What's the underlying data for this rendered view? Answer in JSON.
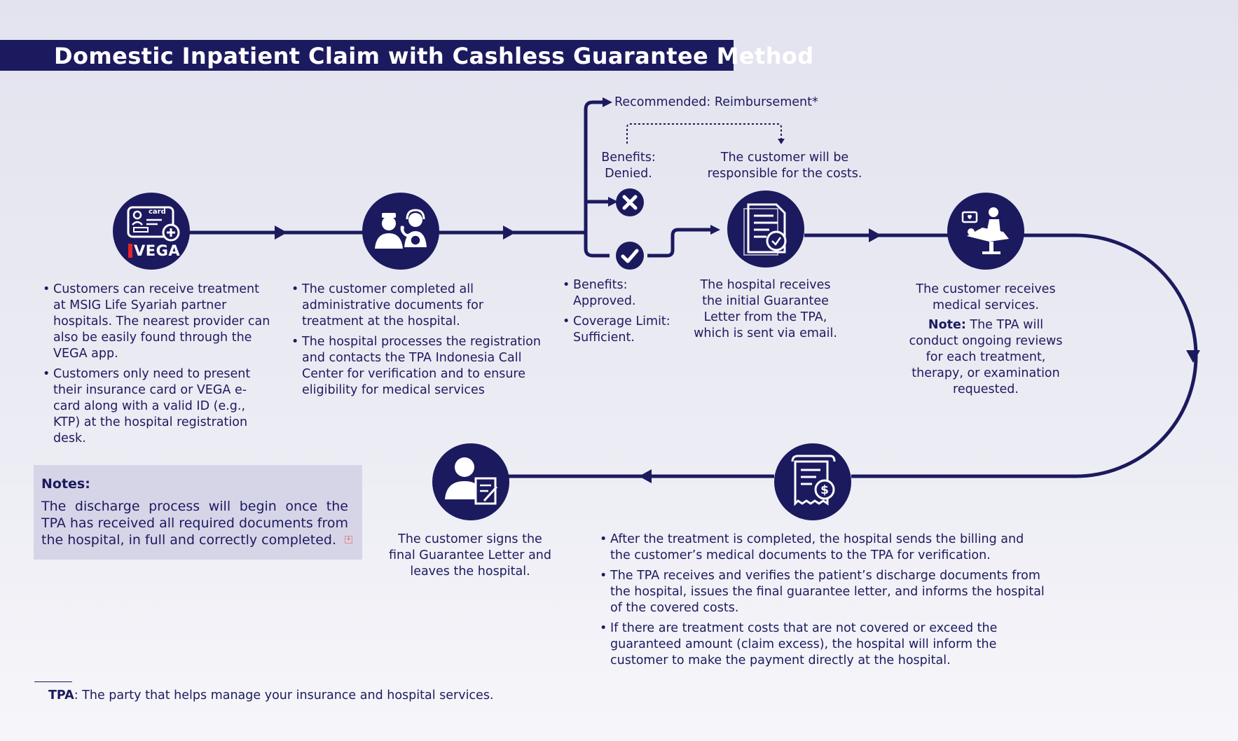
{
  "title": "Domestic Inpatient Claim with Cashless Guarantee Method",
  "colors": {
    "primary": "#1c1a5e",
    "background": "#e6e6f1",
    "notes_bg": "#d6d5e8"
  },
  "icons": {
    "step1": "insurance-card-icon",
    "step2": "hospital-staff-call-center-icon",
    "denied": "x-circle-icon",
    "approved": "check-circle-icon",
    "step3": "guarantee-letter-document-icon",
    "step4": "medical-treatment-icon",
    "step5": "billing-receipt-icon",
    "step6": "customer-signing-document-icon"
  },
  "vega_logo": "VEGA",
  "card_label": "card",
  "step1": {
    "bullets": [
      "Customers can receive treatment at MSIG Life Syariah partner hospitals. The nearest provider can also be easily found through the VEGA app.",
      "Customers only need to present their insurance card or VEGA e-card along with a valid ID (e.g., KTP) at the hospital registration desk."
    ]
  },
  "step2": {
    "bullets": [
      "The customer completed all administrative documents for treatment at the hospital.",
      "The hospital processes the registration and contacts the TPA Indonesia Call Center for verification and to ensure eligibility for medical services"
    ]
  },
  "branch": {
    "recommended": "Recommended: Reimbursement*",
    "denied": "Benefits: Denied.",
    "responsible": "The customer will be responsible for the costs.",
    "approved_bullets": [
      "Benefits: Approved.",
      "Coverage Limit: Sufficient."
    ]
  },
  "step3": {
    "text": "The hospital receives the initial Guarantee Letter from the TPA, which is sent via email."
  },
  "step4": {
    "text": "The customer receives medical services.",
    "note_label": "Note:",
    "note_text": "The TPA will conduct ongoing reviews for each treatment, therapy, or examination requested."
  },
  "step5": {
    "bullets": [
      "After the treatment is completed, the hospital sends the billing and the customer’s medical documents to the TPA for verification.",
      "The TPA receives and verifies the patient’s discharge documents from the hospital, issues the final guarantee letter, and informs the hospital of the covered costs.",
      "If there are treatment costs that are not covered or exceed the guaranteed amount (claim excess), the hospital will inform the customer to make the payment directly at the hospital."
    ]
  },
  "step6": {
    "text": "The customer signs the final Guarantee Letter and leaves the hospital."
  },
  "notes": {
    "title": "Notes:",
    "body": "The discharge process will begin once the TPA has received all required documents from the hospital, in full and correctly completed."
  },
  "footer": {
    "term": "TPA",
    "definition": ": The party that helps manage your insurance and hospital services."
  }
}
